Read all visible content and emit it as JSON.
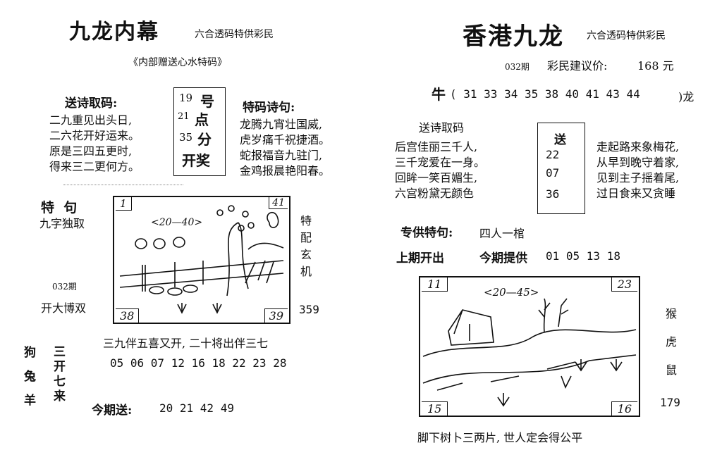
{
  "left": {
    "title": "九龙内幕",
    "slogan": "六合透码特供彩民",
    "subtitle": "《内部赠送心水特码》",
    "send_label": "送诗取码:",
    "send_poem": [
      "二九重见出头日,",
      "二六花开好运来。",
      "原是三四五更时,",
      "得来三二更何方。"
    ],
    "draw_time": [
      "19",
      "号",
      "21",
      "点",
      "35",
      "分",
      "开奖"
    ],
    "tema_label": "特码诗句:",
    "tema_poem": [
      "龙腾九宵壮国威,",
      "虎岁痛千祝捷酒。",
      "蛇报福音九驻门,",
      "金鸡报晨艳阳春。"
    ],
    "special_label": "特  句",
    "special_sub": "九字独取",
    "issue": "032期",
    "big_double": "开大博双",
    "side_vertical": [
      "特",
      "配",
      "玄",
      "机"
    ],
    "side_number": "359",
    "picture": {
      "corner_tl": "1",
      "corner_tr": "41",
      "corner_bl": "38",
      "corner_br": "39",
      "range": "<20—40>"
    },
    "verse_line": "三九伴五喜又开, 二十将出伴三七",
    "numbers_line": "05  06  07  12  16  18  22  23  28",
    "zodiac": [
      "狗",
      "兔",
      "羊"
    ],
    "three_open": [
      "三",
      "开",
      "七",
      "来"
    ],
    "today_label": "今期送:",
    "today_numbers": "20  21  42  49"
  },
  "right": {
    "title": "香港九龙",
    "slogan": "六合透码特供彩民",
    "issue": "032期",
    "price_label": "彩民建议价:",
    "price": "168 元",
    "ox_label": "牛",
    "ox_numbers": "( 31  33  34  35  38  40  41  43  44",
    "dragon_label": ")龙",
    "send_label": "送诗取码",
    "poem_left": [
      "后宫佳丽三千人,",
      "三千宠爱在一身。",
      "回眸一笑百媚生,",
      "六宫粉黛无颜色"
    ],
    "send_box": [
      "送",
      "22",
      "07",
      "36"
    ],
    "poem_right": [
      "走起路来象梅花,",
      "从早到晚守着家,",
      "见到主子摇着尾,",
      "过日食来又贪睡"
    ],
    "special_label": "专供特句:",
    "special_value": "四人一棺",
    "last_label": "上期开出",
    "today_label": "今期提供",
    "today_numbers": "01  05  13  18",
    "picture": {
      "corner_tl": "11",
      "corner_tr": "23",
      "corner_bl": "15",
      "corner_br": "16",
      "range": "<20—45>"
    },
    "side_vertical": [
      "猴",
      "虎",
      "鼠"
    ],
    "side_number": "179",
    "bottom_line": "脚下树卜三两片, 世人定会得公平"
  }
}
